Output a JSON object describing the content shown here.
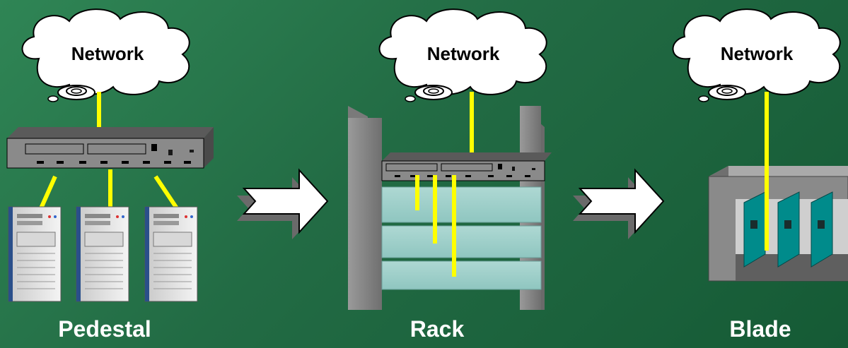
{
  "stages": [
    {
      "cloud_label": "Network",
      "caption": "Pedestal"
    },
    {
      "cloud_label": "Network",
      "caption": "Rack"
    },
    {
      "cloud_label": "Network",
      "caption": "Blade"
    }
  ],
  "colors": {
    "link": "#ffff00",
    "blade": "#008b8b",
    "rack_post": "#888888",
    "background": "#226b44"
  },
  "icons": [
    "cloud-icon",
    "switch-icon",
    "tower-server-icon",
    "arrow-right-icon",
    "rack-icon",
    "blade-chassis-icon"
  ]
}
